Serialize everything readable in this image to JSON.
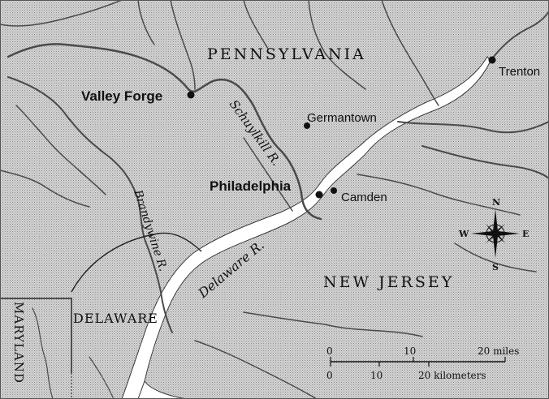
{
  "states": {
    "pennsylvania": "PENNSYLVANIA",
    "new_jersey": "NEW JERSEY",
    "delaware": "DELAWARE",
    "maryland": "MARYLAND"
  },
  "cities": {
    "valley_forge": "Valley Forge",
    "germantown": "Germantown",
    "philadelphia": "Philadelphia",
    "camden": "Camden",
    "trenton": "Trenton"
  },
  "rivers": {
    "schuylkill": "Schuylkill R.",
    "brandywine": "Brandywine R.",
    "delaware": "Delaware R."
  },
  "compass": {
    "north": "N",
    "south": "S",
    "east": "E",
    "west": "W"
  },
  "scale": {
    "miles_ticks": [
      "0",
      "10",
      "20 miles"
    ],
    "km_ticks": [
      "0",
      "10",
      "20 kilometers"
    ]
  },
  "colors": {
    "land": "#c9c9c9",
    "water": "#ffffff",
    "line": "#222222"
  }
}
